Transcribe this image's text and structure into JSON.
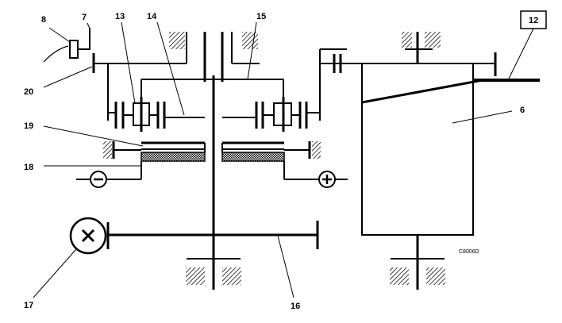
{
  "labels": {
    "l8": "8",
    "l7": "7",
    "l13": "13",
    "l14": "14",
    "l15": "15",
    "l12": "12",
    "l20": "20",
    "l6": "6",
    "l19": "19",
    "l18": "18",
    "l17": "17",
    "l16": "16"
  },
  "drawing_code": "C8006D",
  "symbols": {
    "minus_terminal": "minus-icon",
    "plus_terminal": "plus-icon",
    "motor": "x-circle-icon"
  }
}
